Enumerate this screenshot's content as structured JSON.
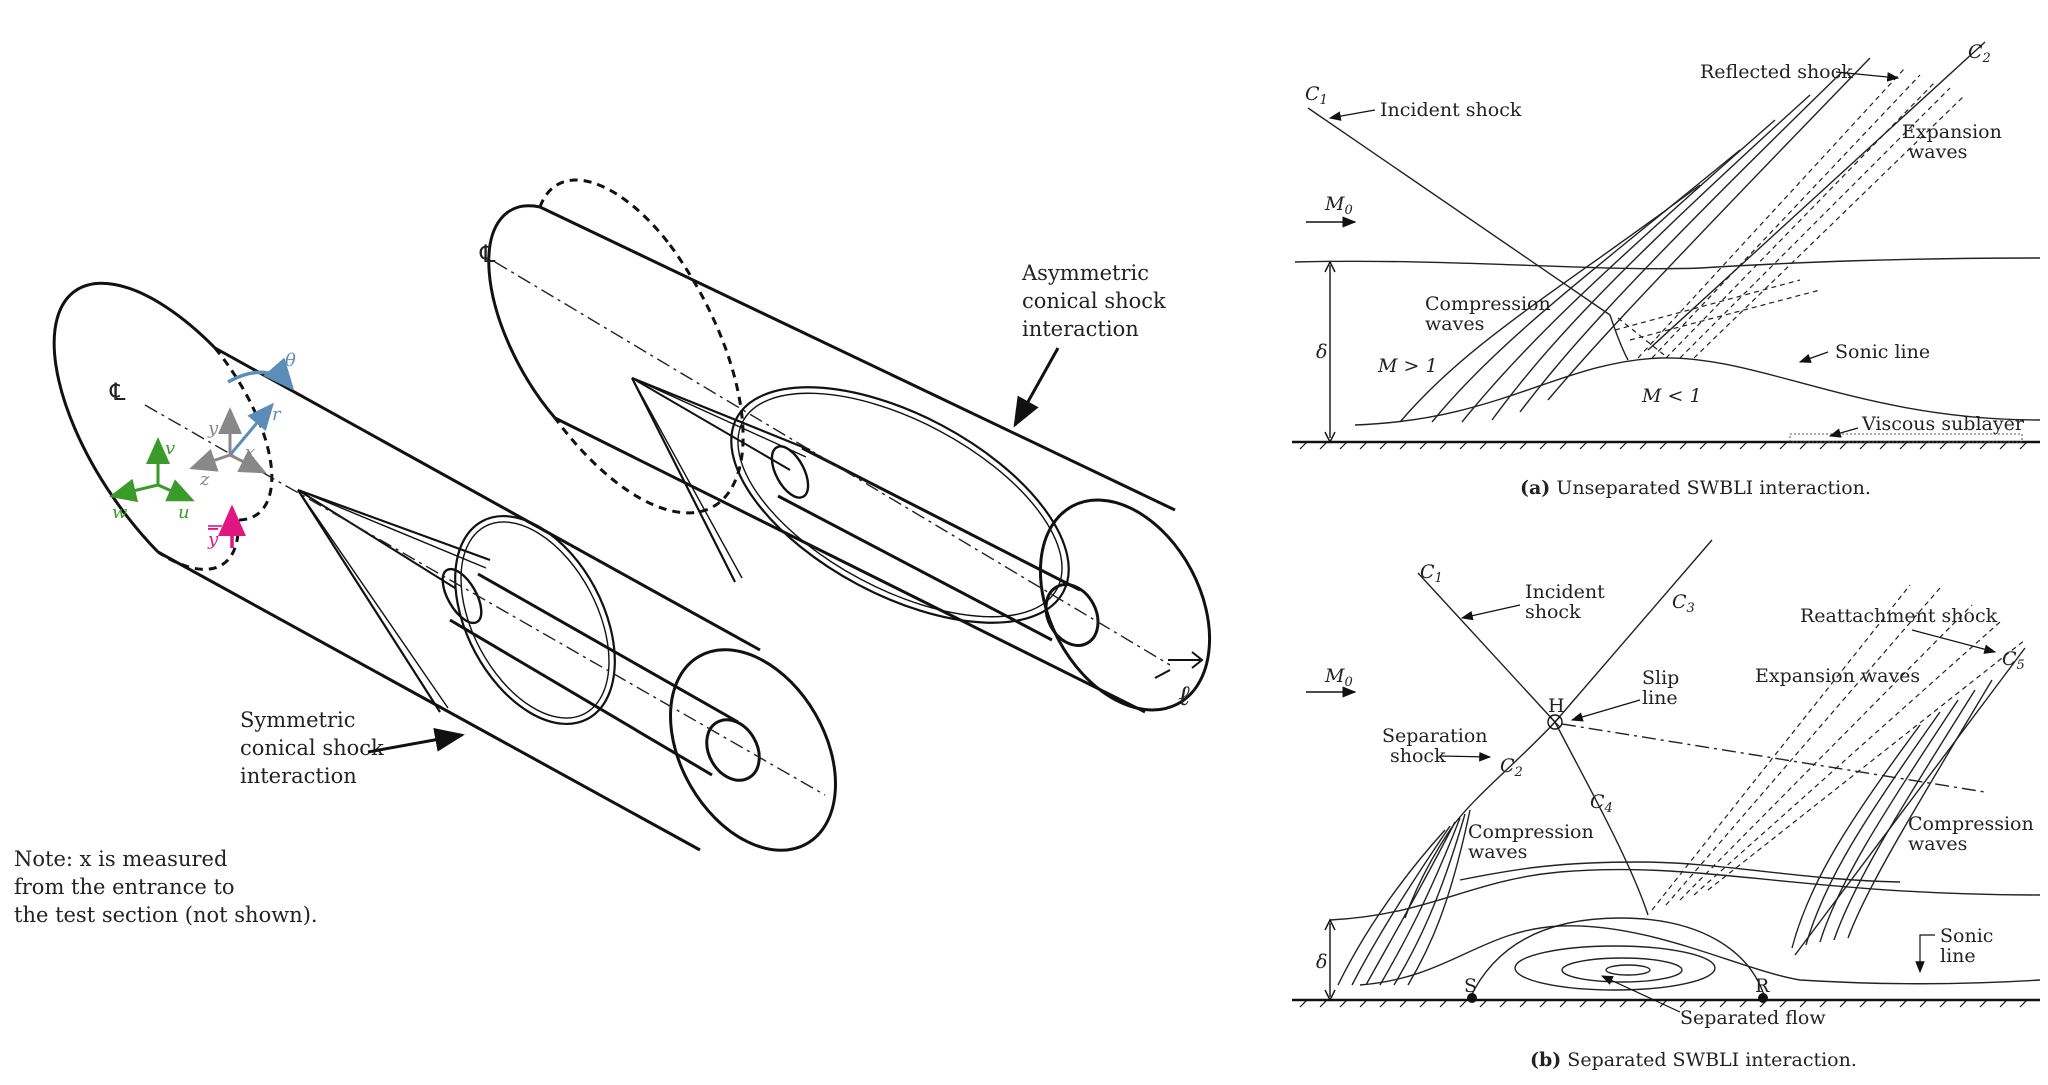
{
  "left": {
    "centerline_symbol": "℄",
    "ell_symbol": "ℓ",
    "label_asymmetric": [
      "Asymmetric",
      "conical shock",
      "interaction"
    ],
    "label_symmetric": [
      "Symmetric",
      "conical shock",
      "interaction"
    ],
    "note": [
      "Note: x is measured",
      "from the entrance to",
      "the test section (not shown)."
    ],
    "axes": {
      "y": "y",
      "r": "r",
      "theta": "θ",
      "z": "z",
      "x": "x",
      "v": "v",
      "w": "w",
      "u": "u",
      "ybar": "y"
    },
    "colors": {
      "blue": "#5b8db8",
      "gray": "#888888",
      "green": "#3a9a2a",
      "magenta": "#e0157f"
    }
  },
  "panel_a": {
    "C1": "C",
    "C1_sub": "1",
    "C2": "C",
    "C2_sub": "2",
    "incident_shock": "Incident shock",
    "reflected_shock": "Reflected shock",
    "expansion_waves": [
      "Expansion",
      "waves"
    ],
    "M0": "M",
    "M0_sub": "0",
    "compression_waves": [
      "Compression",
      "waves"
    ],
    "delta": "δ",
    "M_gt": "M > 1",
    "M_lt": "M < 1",
    "sonic_line": "Sonic line",
    "viscous_sublayer": "Viscous sublayer",
    "caption_bold": "(a)",
    "caption": " Unseparated SWBLI interaction."
  },
  "panel_b": {
    "C1": "C",
    "C1_sub": "1",
    "C2": "C",
    "C2_sub": "2",
    "C3": "C",
    "C3_sub": "3",
    "C4": "C",
    "C4_sub": "4",
    "C5": "C",
    "C5_sub": "5",
    "incident_shock": [
      "Incident",
      "shock"
    ],
    "reattachment_shock": "Reattachment shock",
    "M0": "M",
    "M0_sub": "0",
    "H": "H",
    "slip_line": [
      "Slip",
      "line"
    ],
    "expansion_waves": "Expansion waves",
    "separation_shock": [
      "Separation",
      "shock"
    ],
    "compression_waves_left": [
      "Compression",
      "waves"
    ],
    "compression_waves_right": [
      "Compression",
      "waves"
    ],
    "delta": "δ",
    "sonic_line": [
      "Sonic",
      "line"
    ],
    "S": "S",
    "R": "R",
    "separated_flow": "Separated flow",
    "caption_bold": "(b)",
    "caption": " Separated SWBLI interaction."
  }
}
